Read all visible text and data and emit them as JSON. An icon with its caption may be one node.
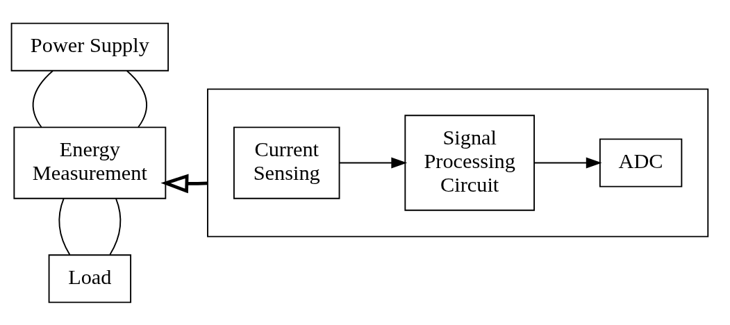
{
  "diagram": {
    "nodes": [
      {
        "text": [
          "Power Supply"
        ]
      },
      {
        "text": [
          "Energy Measurement"
        ]
      },
      {
        "text": [
          "Load"
        ]
      },
      {
        "text": [],
        "shape": "box"
      },
      {
        "text": [
          "Current Sensing"
        ],
        "in": 3
      },
      {
        "text": [
          "Signal Processing Circuit"
        ],
        "in": 3
      },
      {
        "text": [
          "ADC"
        ],
        "in": 3
      }
    ],
    "edges": [
      {
        "from": 0,
        "to": 1,
        "arrow": "none"
      },
      {
        "from": 0,
        "to": 1,
        "arrow": "none"
      },
      {
        "from": 1,
        "to": 2,
        "arrow": "none"
      },
      {
        "from": 1,
        "to": 2,
        "arrow": "none"
      },
      {
        "from": 3,
        "to": 1,
        "arrow": "to",
        "style": "thick"
      },
      {
        "from": 4,
        "to": 5,
        "arrow": "to"
      },
      {
        "from": 5,
        "to": 6,
        "arrow": "to"
      }
    ]
  }
}
